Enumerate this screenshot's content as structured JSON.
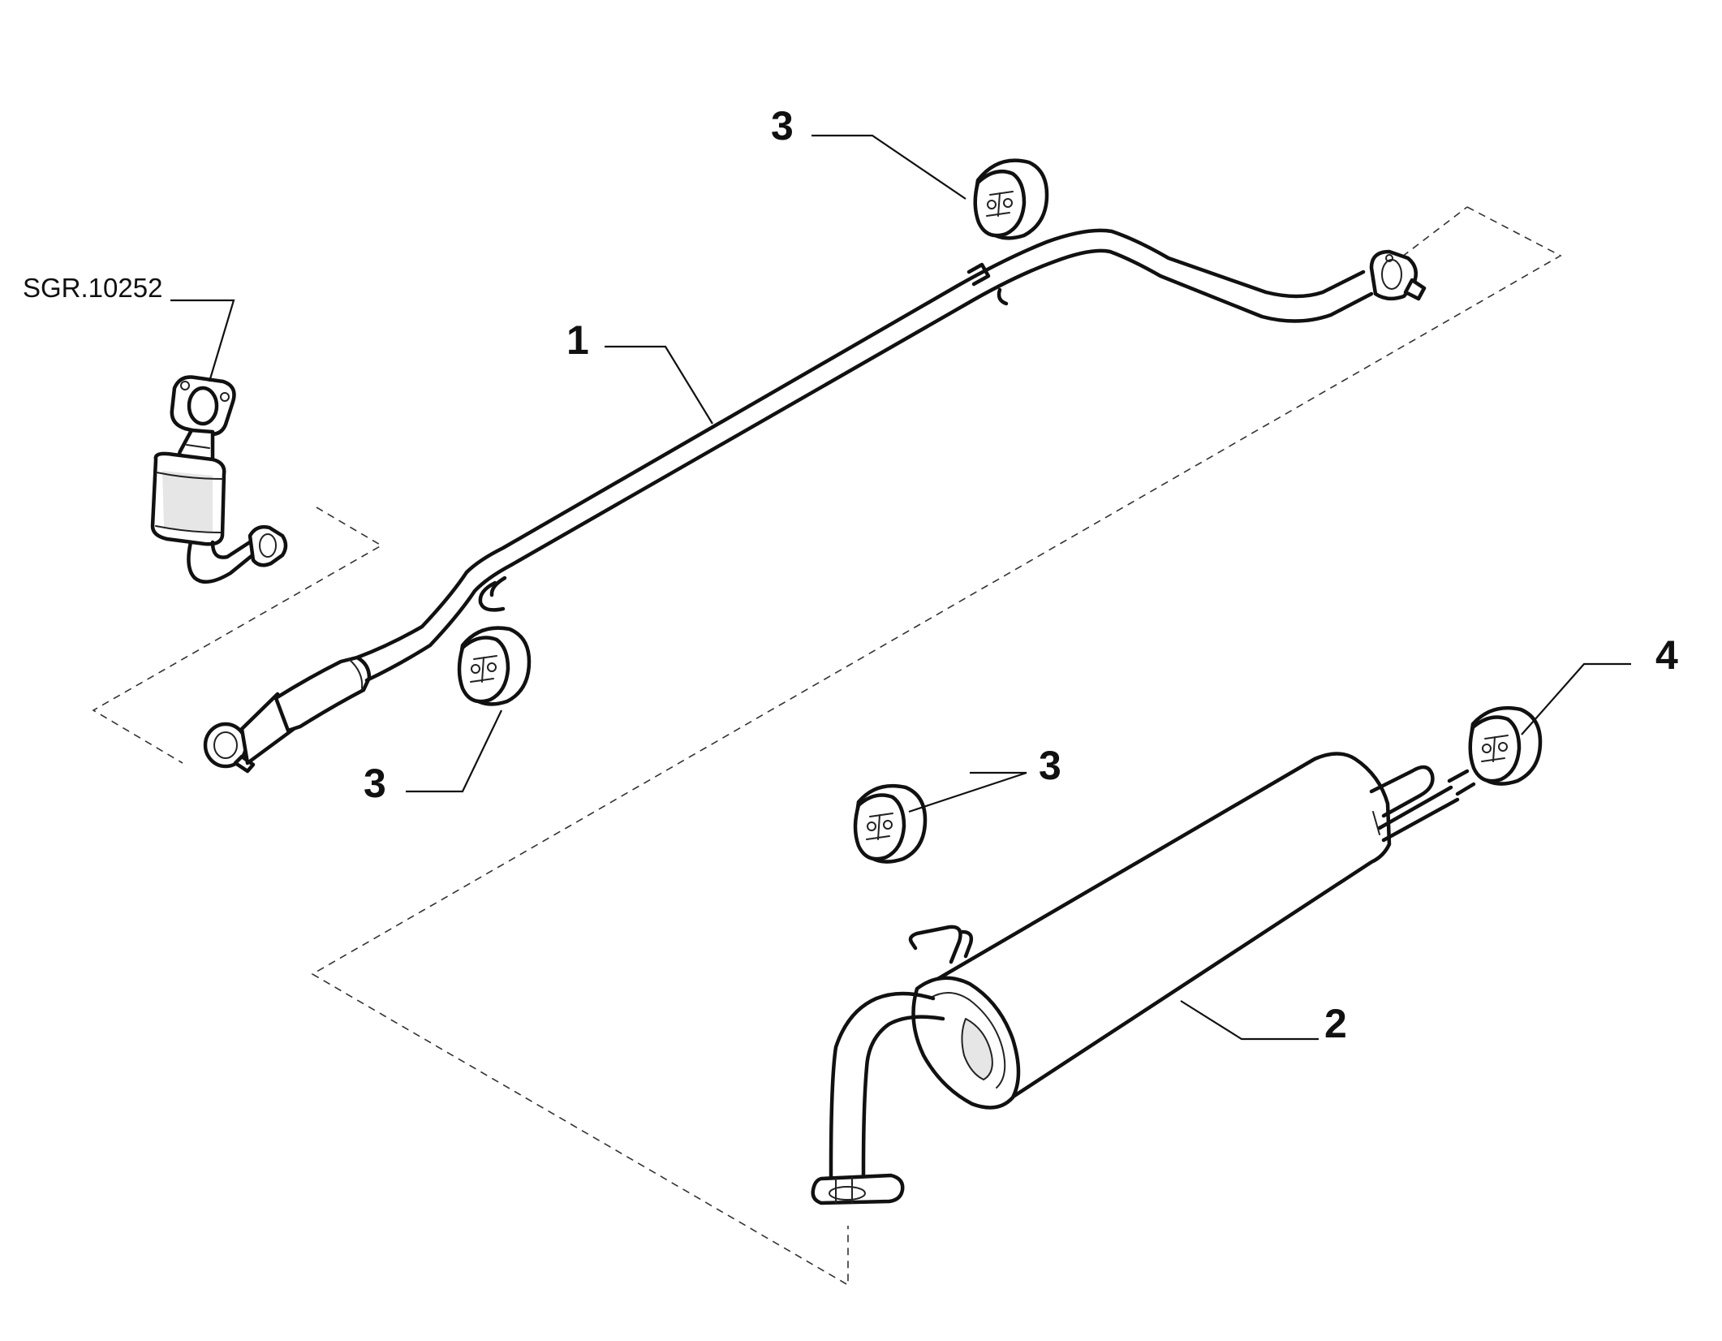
{
  "figure": {
    "reference": "SGR.10252",
    "callouts": [
      {
        "id": "callout-1",
        "label": "1"
      },
      {
        "id": "callout-2",
        "label": "2"
      },
      {
        "id": "callout-3-top",
        "label": "3"
      },
      {
        "id": "callout-3-left",
        "label": "3"
      },
      {
        "id": "callout-3-mid",
        "label": "3"
      },
      {
        "id": "callout-4",
        "label": "4"
      }
    ]
  }
}
